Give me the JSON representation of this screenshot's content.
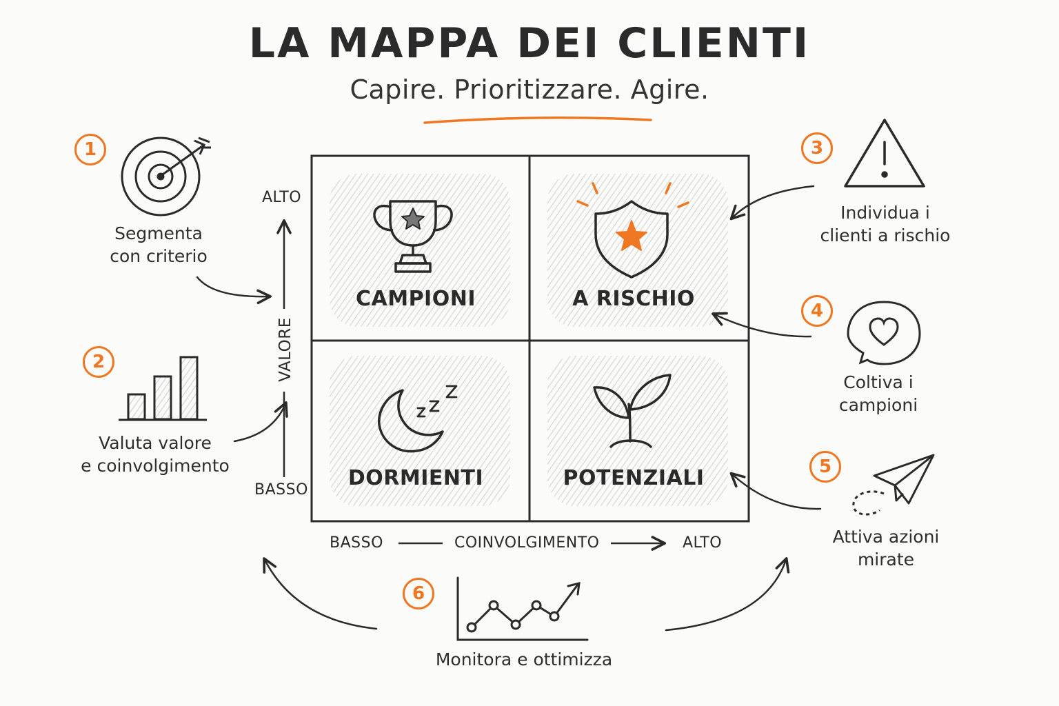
{
  "header": {
    "title": "LA MAPPA DEI CLIENTI",
    "subtitle": "Capire. Prioritizzare. Agire."
  },
  "colors": {
    "accent": "#f07722",
    "ink": "#2a2a2a",
    "hatch": "#dcdcdc"
  },
  "matrix": {
    "quadrants": [
      {
        "label": "CAMPIONI",
        "icon": "trophy-icon"
      },
      {
        "label": "A RISCHIO",
        "icon": "shield-star-icon"
      },
      {
        "label": "DORMIENTI",
        "icon": "moon-sleep-icon"
      },
      {
        "label": "POTENZIALI",
        "icon": "sprout-icon"
      }
    ],
    "y_axis": {
      "label": "VALORE",
      "high": "ALTO",
      "low": "BASSO"
    },
    "x_axis": {
      "label": "COINVOLGIMENTO",
      "low": "BASSO",
      "high": "ALTO"
    }
  },
  "steps": [
    {
      "number": "1",
      "label": "Segmenta\ncon criterio",
      "icon": "target-icon"
    },
    {
      "number": "2",
      "label": "Valuta valore\ne coinvolgimento",
      "icon": "bar-chart-icon"
    },
    {
      "number": "3",
      "label": "Individua i\nclienti a rischio",
      "icon": "warning-icon"
    },
    {
      "number": "4",
      "label": "Coltiva i\ncampioni",
      "icon": "heart-bubble-icon"
    },
    {
      "number": "5",
      "label": "Attiva azioni\nmirate",
      "icon": "paper-plane-icon"
    },
    {
      "number": "6",
      "label": "Monitora e ottimizza",
      "icon": "line-chart-icon"
    }
  ]
}
